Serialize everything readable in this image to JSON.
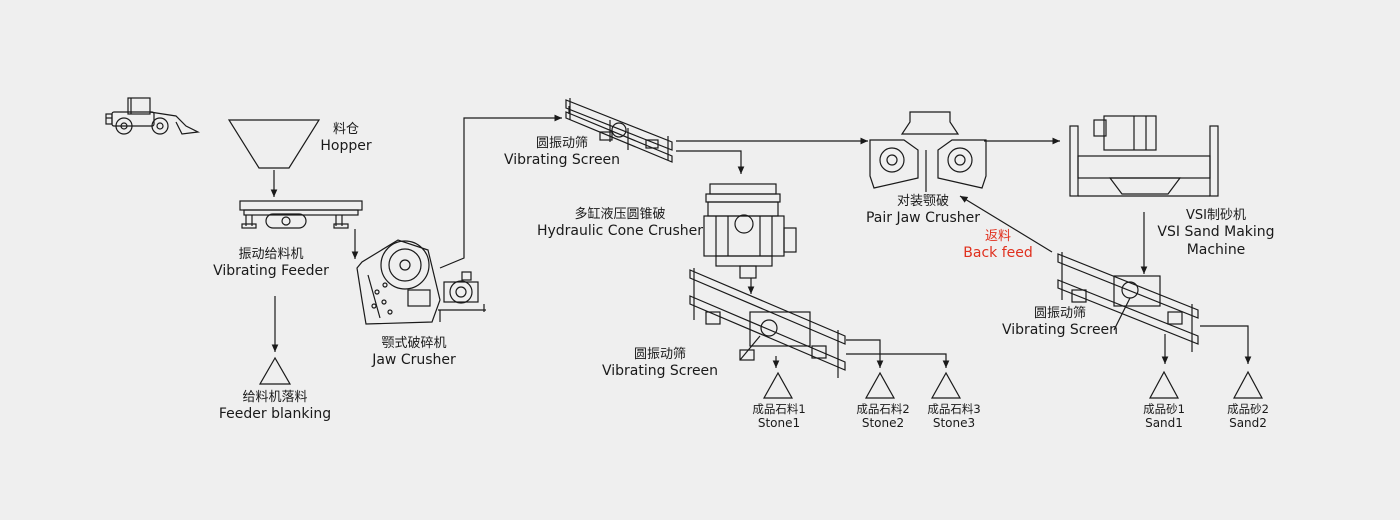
{
  "colors": {
    "background": "#efefef",
    "line": "#1a1a1a",
    "accent": "#e0301e"
  },
  "hopper": {
    "zh": "料仓",
    "en": "Hopper"
  },
  "vibrating_feeder": {
    "zh": "振动给料机",
    "en": "Vibrating Feeder"
  },
  "feeder_blanking": {
    "zh": "给料机落料",
    "en": "Feeder blanking"
  },
  "jaw_crusher": {
    "zh": "颚式破碎机",
    "en": "Jaw Crusher"
  },
  "screen_top": {
    "zh": "圆振动筛",
    "en": "Vibrating Screen"
  },
  "cone_crusher": {
    "zh": "多缸液压圆锥破",
    "en": "Hydraulic Cone Crusher"
  },
  "screen_mid": {
    "zh": "圆振动筛",
    "en": "Vibrating Screen"
  },
  "pair_jaw": {
    "zh": "对装颚破",
    "en": "Pair Jaw Crusher"
  },
  "back_feed": {
    "zh": "返料",
    "en": "Back feed"
  },
  "vsi": {
    "zh": "VSI制砂机",
    "en_line1": "VSI Sand Making",
    "en_line2": "Machine"
  },
  "screen_right": {
    "zh": "圆振动筛",
    "en": "Vibrating Screen"
  },
  "products": {
    "stone1": {
      "zh": "成品石料1",
      "en": "Stone1"
    },
    "stone2": {
      "zh": "成品石料2",
      "en": "Stone2"
    },
    "stone3": {
      "zh": "成品石料3",
      "en": "Stone3"
    },
    "sand1": {
      "zh": "成品砂1",
      "en": "Sand1"
    },
    "sand2": {
      "zh": "成品砂2",
      "en": "Sand2"
    }
  },
  "icons": [
    "loader-icon",
    "hopper-icon",
    "vibrating-feeder-icon",
    "jaw-crusher-icon",
    "vibrating-screen-icon",
    "cone-crusher-icon",
    "pair-jaw-crusher-icon",
    "vsi-sand-maker-icon",
    "stockpile-icon"
  ]
}
